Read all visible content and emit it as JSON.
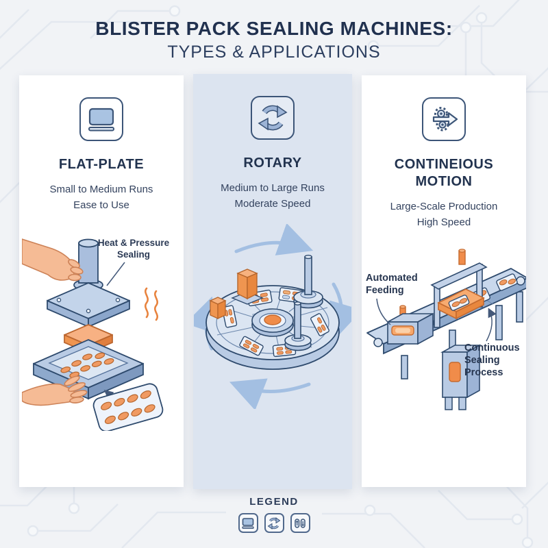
{
  "header": {
    "title": "BLISTER PACK SEALING MACHINES:",
    "subtitle": "TYPES & APPLICATIONS"
  },
  "columns": [
    {
      "title": "FLAT-PLATE",
      "desc1": "Small to Medium Runs",
      "desc2": "Ease to Use",
      "icon": "flat-plate-icon"
    },
    {
      "title": "ROTARY",
      "desc1": "Medium to Large Runs",
      "desc2": "Moderate Speed",
      "icon": "rotary-cycle-icon"
    },
    {
      "title": "CONTINEIOUS MOTION",
      "desc1": "Large-Scale Production",
      "desc2": "High Speed",
      "icon": "gears-arrow-icon"
    }
  ],
  "callouts": {
    "heat1": "Heat & Pressure",
    "heat2": "Sealing",
    "feed1": "Automated",
    "feed2": "Feeding",
    "seal1": "Continuous",
    "seal2": "Sealing",
    "seal3": "Process"
  },
  "legend": {
    "title": "LEGEND",
    "items": [
      "flat-plate-icon",
      "rotary-cycle-icon",
      "continuous-motion-icon"
    ]
  },
  "colors": {
    "accent_orange": "#f0975c",
    "machine_blue": "#b9cbe4",
    "outline_navy": "#2e4a6d",
    "alt_card_bg": "#dce4f0",
    "heading_navy": "#21314f",
    "rotation_arrow_blue": "#a3bfe2"
  }
}
